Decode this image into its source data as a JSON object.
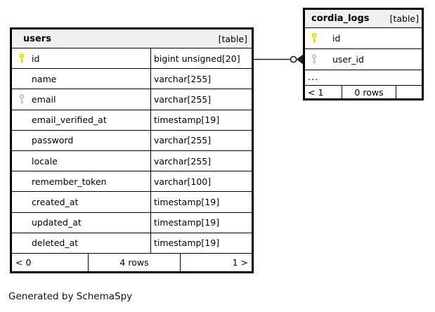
{
  "diagram": {
    "generated_by": "Generated by SchemaSpy",
    "colors": {
      "primary_key": "#dde000",
      "foreign_key": "#c4c4c4",
      "header_bg": "#f0f0f0",
      "border": "#000000",
      "connector": "#222222"
    },
    "relationship": {
      "from_table": "users",
      "from_column": "id",
      "to_table": "cordia_logs",
      "to_column": "user_id"
    },
    "tables": [
      {
        "name": "users",
        "type_badge": "[table]",
        "columns": [
          {
            "name": "id",
            "type": "bigint unsigned[20]",
            "key": "primary"
          },
          {
            "name": "name",
            "type": "varchar[255]",
            "key": ""
          },
          {
            "name": "email",
            "type": "varchar[255]",
            "key": "index"
          },
          {
            "name": "email_verified_at",
            "type": "timestamp[19]",
            "key": ""
          },
          {
            "name": "password",
            "type": "varchar[255]",
            "key": ""
          },
          {
            "name": "locale",
            "type": "varchar[255]",
            "key": ""
          },
          {
            "name": "remember_token",
            "type": "varchar[100]",
            "key": ""
          },
          {
            "name": "created_at",
            "type": "timestamp[19]",
            "key": ""
          },
          {
            "name": "updated_at",
            "type": "timestamp[19]",
            "key": ""
          },
          {
            "name": "deleted_at",
            "type": "timestamp[19]",
            "key": ""
          }
        ],
        "footer": {
          "left": "< 0",
          "center": "4 rows",
          "right": "1 >"
        }
      },
      {
        "name": "cordia_logs",
        "type_badge": "[table]",
        "columns": [
          {
            "name": "id",
            "key": "primary"
          },
          {
            "name": "user_id",
            "key": "index"
          }
        ],
        "ellipsis": "...",
        "footer": {
          "left": "< 1",
          "center": "0 rows",
          "right": ""
        }
      }
    ]
  }
}
